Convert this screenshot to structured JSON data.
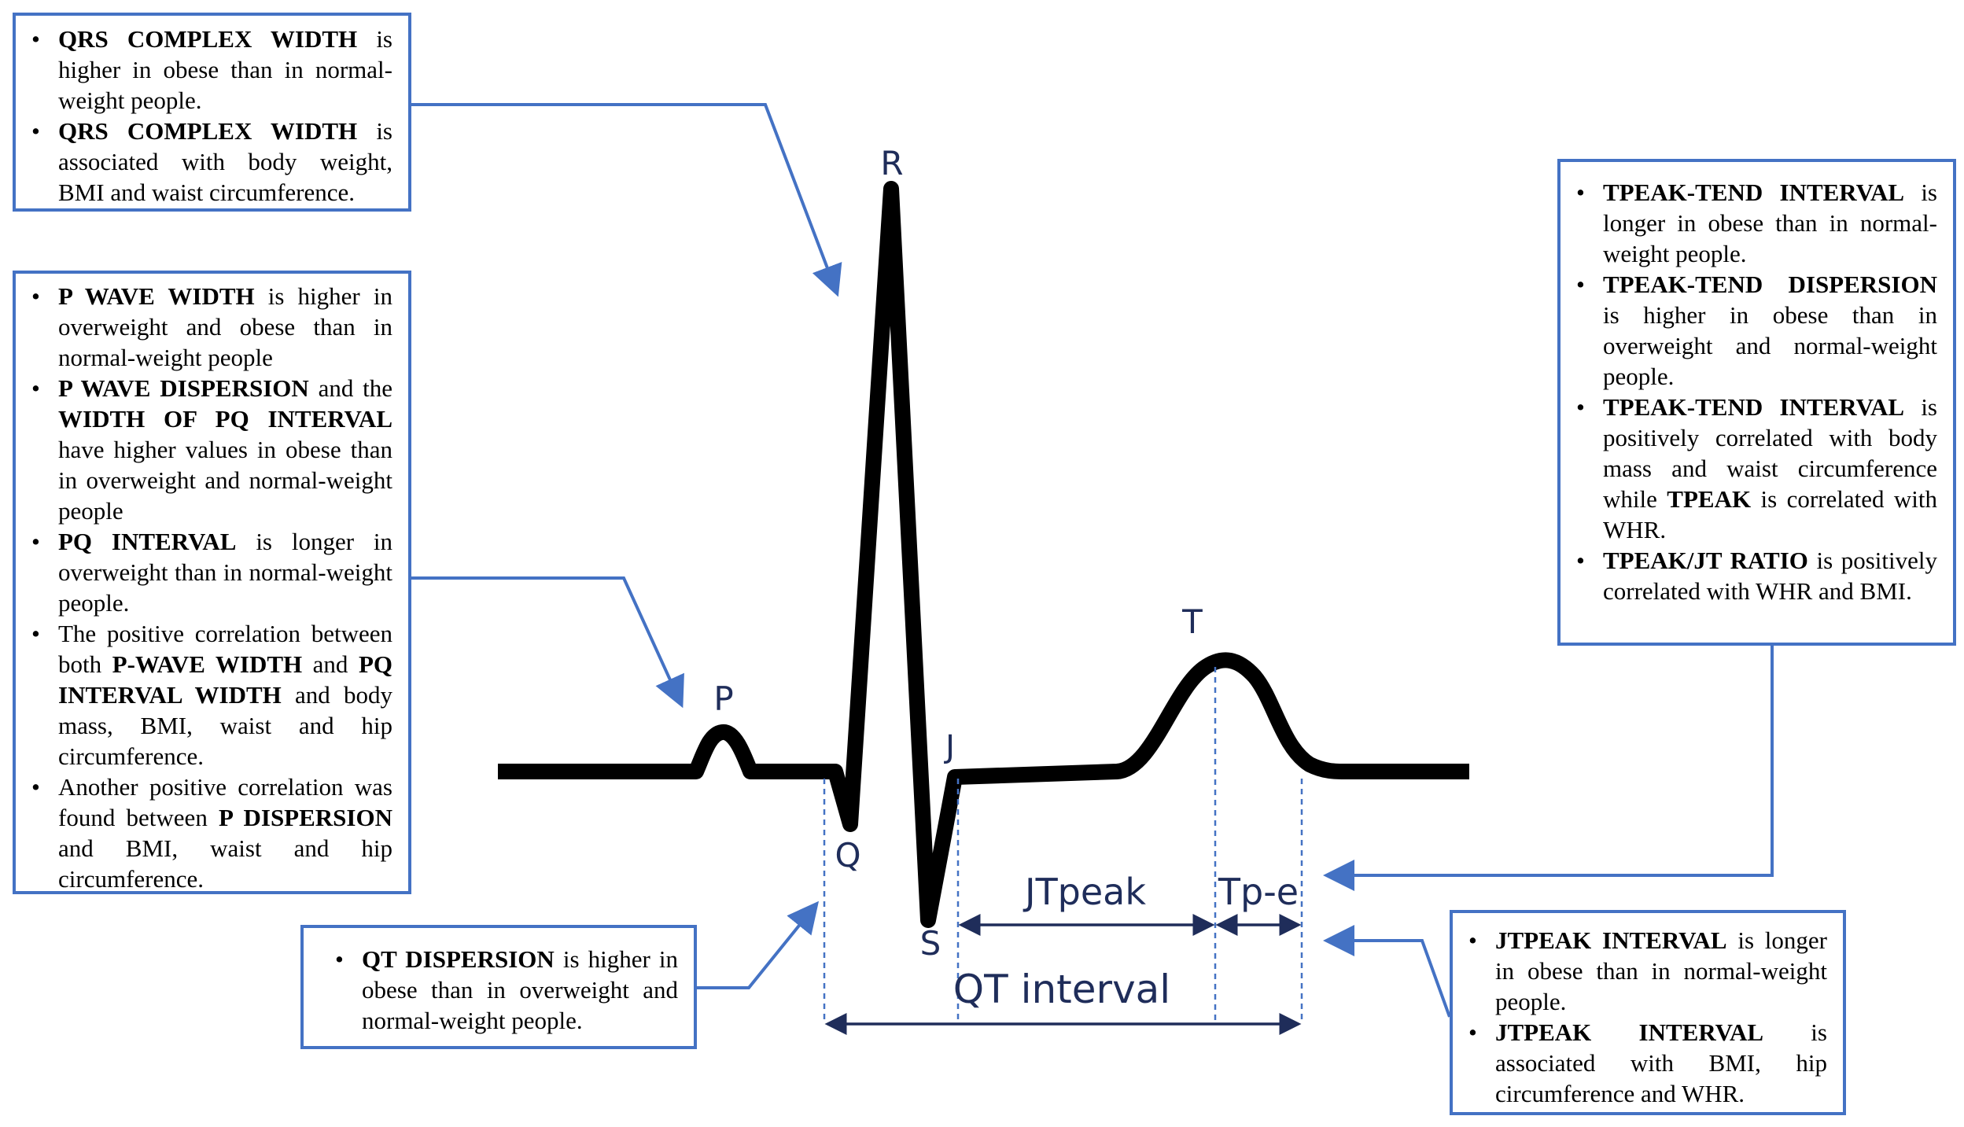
{
  "wave_labels": {
    "p": "P",
    "q": "Q",
    "r": "R",
    "s": "S",
    "j": "J",
    "t": "T",
    "jtpeak": "JTpeak",
    "tpe": "Tp-e",
    "qt_interval": "QT interval"
  },
  "boxes": {
    "qrs": {
      "items": [
        [
          {
            "b": true,
            "t": "QRS COMPLEX WIDTH"
          },
          {
            "b": false,
            "t": " is higher in obese than in normal-weight people."
          }
        ],
        [
          {
            "b": true,
            "t": "QRS COMPLEX WIDTH"
          },
          {
            "b": false,
            "t": " is associated with body weight, BMI and waist circumference."
          }
        ]
      ]
    },
    "p_wave": {
      "items": [
        [
          {
            "b": true,
            "t": "P WAVE WIDTH"
          },
          {
            "b": false,
            "t": " is higher in overweight and obese than in normal-weight people"
          }
        ],
        [
          {
            "b": true,
            "t": "P WAVE DISPERSION"
          },
          {
            "b": false,
            "t": " and the "
          },
          {
            "b": true,
            "t": "WIDTH OF PQ INTERVAL"
          },
          {
            "b": false,
            "t": " have higher values in obese than in overweight and normal-weight people"
          }
        ],
        [
          {
            "b": true,
            "t": "PQ INTERVAL"
          },
          {
            "b": false,
            "t": " is longer in overweight than in normal-weight people."
          }
        ],
        [
          {
            "b": false,
            "t": "The positive correlation between both "
          },
          {
            "b": true,
            "t": "P-WAVE WIDTH"
          },
          {
            "b": false,
            "t": " and "
          },
          {
            "b": true,
            "t": "PQ INTERVAL WIDTH"
          },
          {
            "b": false,
            "t": " and body mass, BMI, waist and hip circumference."
          }
        ],
        [
          {
            "b": false,
            "t": "Another positive correlation was found between "
          },
          {
            "b": true,
            "t": "P DISPERSION"
          },
          {
            "b": false,
            "t": " and BMI, waist and hip circumference."
          }
        ]
      ]
    },
    "qt_dispersion": {
      "items": [
        [
          {
            "b": true,
            "t": "QT DISPERSION"
          },
          {
            "b": false,
            "t": " is higher in obese than in overweight and normal-weight people."
          }
        ]
      ]
    },
    "tpeak_tend": {
      "items": [
        [
          {
            "b": true,
            "t": "TPEAK-TEND INTERVAL"
          },
          {
            "b": false,
            "t": " is longer in obese than in normal-weight people."
          }
        ],
        [
          {
            "b": true,
            "t": "TPEAK-TEND DISPERSION"
          },
          {
            "b": false,
            "t": " is higher in obese than in overweight and normal-weight people."
          }
        ],
        [
          {
            "b": true,
            "t": "TPEAK-TEND INTERVAL"
          },
          {
            "b": false,
            "t": " is positively correlated with body mass and waist circumference while "
          },
          {
            "b": true,
            "t": "TPEAK"
          },
          {
            "b": false,
            "t": " is correlated with WHR."
          }
        ],
        [
          {
            "b": true,
            "t": "TPEAK/JT RATIO"
          },
          {
            "b": false,
            "t": " is positively correlated with WHR and BMI."
          }
        ]
      ]
    },
    "jtpeak": {
      "items": [
        [
          {
            "b": true,
            "t": "JTPEAK INTERVAL"
          },
          {
            "b": false,
            "t": " is longer in obese than in normal-weight people."
          }
        ],
        [
          {
            "b": true,
            "t": "JTPEAK INTERVAL"
          },
          {
            "b": false,
            "t": " is associated with BMI, hip circumference and WHR."
          }
        ]
      ]
    }
  },
  "colors": {
    "border": "#4472c4",
    "wave": "#000000",
    "label": "#1f2d5a",
    "interval_line": "#1f2d5a"
  }
}
